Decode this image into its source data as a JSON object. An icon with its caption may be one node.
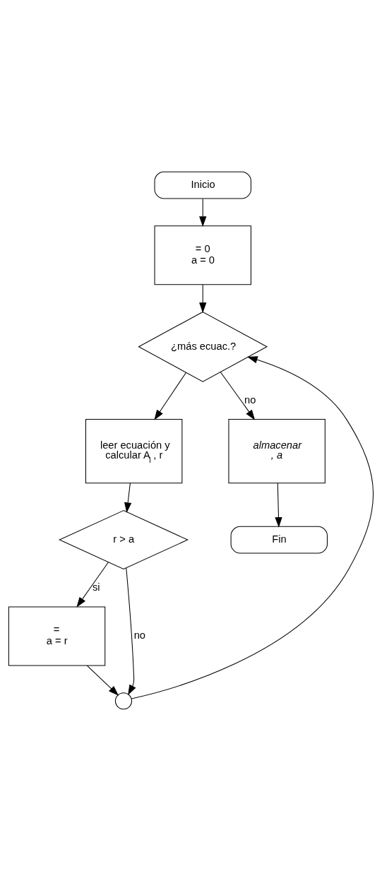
{
  "diagram": {
    "nodes": [
      {
        "text": [
          "Inicio"
        ]
      },
      {
        "text": [
          "= 0",
          "a = 0"
        ]
      },
      {
        "text": [
          "¿más ecuac.?"
        ]
      },
      {
        "text": [
          "leer ecuación y calcular A$_{i}$ , r"
        ]
      },
      {
        "text": [
          "almacenar",
          ", a"
        ]
      },
      {
        "text": [
          "r > a"
        ]
      },
      {
        "text": [
          "Fin"
        ]
      },
      {
        "text": [
          "=",
          "a = r"
        ]
      },
      {
        "text": [],
        "shape": "circle"
      }
    ],
    "edges": [
      {
        "from": 0,
        "to": 1,
        "arrow": "to"
      },
      {
        "from": 1,
        "to": 2,
        "arrow": "to"
      },
      {
        "from": 2,
        "to": 3,
        "arrow": "to"
      },
      {
        "from": 2,
        "to": 4,
        "label": "no",
        "arrow": "to"
      },
      {
        "from": 4,
        "to": 6,
        "arrow": "to"
      },
      {
        "from": 3,
        "to": 5,
        "arrow": "to"
      },
      {
        "from": 5,
        "to": 7,
        "label": "si",
        "arrow": "to"
      },
      {
        "from": 5,
        "to": 8,
        "label": "no",
        "arrow": "to"
      },
      {
        "from": 7,
        "to": 8,
        "arrow": "to"
      },
      {
        "from": 8,
        "to": 2,
        "arrow": "to"
      }
    ]
  }
}
